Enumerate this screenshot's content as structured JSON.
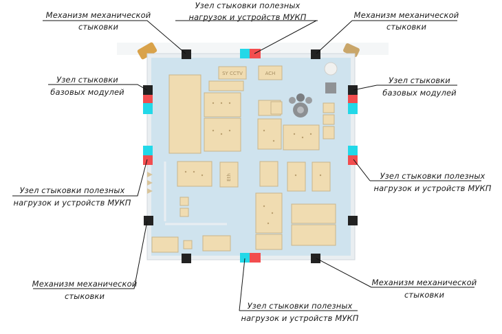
{
  "labels": {
    "top_left": [
      "Механизм механической",
      "стыковки"
    ],
    "top_center": [
      "Узел стыковки полезных",
      "нагрузок и устройств МУКП"
    ],
    "top_right": [
      "Механизм механической",
      "стыковки"
    ],
    "left_upper": [
      "Узел стыковки",
      "базовых модулей"
    ],
    "right_upper": [
      "Узел стыковки",
      "базовых модулей"
    ],
    "left_middle": [
      "Узел стыковки полезных",
      "нагрузок и устройств МУКП"
    ],
    "right_middle": [
      "Узел стыковки полезных",
      "нагрузок и устройств МУКП"
    ],
    "left_lower": [
      "Механизм механической",
      "стыковки"
    ],
    "right_lower": [
      "Механизм механической",
      "стыковки"
    ],
    "bottom_center": [
      "Узел стыковки полезных",
      "нагрузок и устройств МУКП"
    ]
  },
  "module_text": {
    "top_box_1": "SY CCTV",
    "top_box_2": "ACH",
    "mid_box": "Eth"
  },
  "colors": {
    "platform": "#cfe3ee",
    "frame": "#e8eef2",
    "module": "#f0dcb1",
    "module_edge": "#c8b48a",
    "mech_dock": "#222222",
    "cyan": "#22d8e8",
    "red": "#f24d4f",
    "leader": "#111111"
  }
}
